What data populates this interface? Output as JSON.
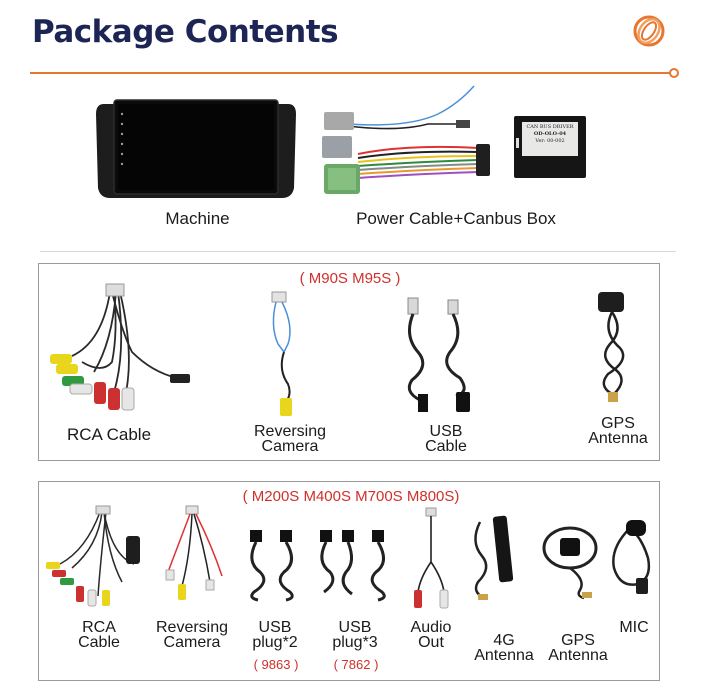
{
  "header": {
    "title": "Package Contents",
    "accent_color": "#e7762f",
    "title_color": "#1c2553",
    "logo_icon": "orange-ring-logo-icon"
  },
  "top_items": [
    {
      "label": "Machine"
    },
    {
      "label": "Power Cable+Canbus Box"
    }
  ],
  "canbus_box_text": [
    "CAN BUS DRIVER",
    "OD-OLO-04",
    "Ver: 00-002 "
  ],
  "section1": {
    "variant_label": "( M90S M95S )",
    "items": [
      {
        "lines": [
          "RCA Cable"
        ]
      },
      {
        "lines": [
          "Reversing",
          "Camera"
        ]
      },
      {
        "lines": [
          "USB",
          "Cable"
        ]
      },
      {
        "lines": [
          "GPS",
          "Antenna"
        ]
      }
    ]
  },
  "section2": {
    "variant_label": "( M200S M400S M700S M800S)",
    "items": [
      {
        "lines": [
          "RCA",
          "Cable"
        ]
      },
      {
        "lines": [
          "Reversing",
          "Camera"
        ]
      },
      {
        "lines": [
          "USB",
          "plug*2"
        ],
        "code": "( 9863 )"
      },
      {
        "lines": [
          "USB",
          "plug*3"
        ],
        "code": "( 7862 )"
      },
      {
        "lines": [
          "Audio",
          "Out"
        ]
      },
      {
        "lines": [
          "4G",
          "Antenna"
        ]
      },
      {
        "lines": [
          "GPS",
          "Antenna"
        ]
      },
      {
        "lines": [
          "MIC"
        ]
      }
    ]
  }
}
